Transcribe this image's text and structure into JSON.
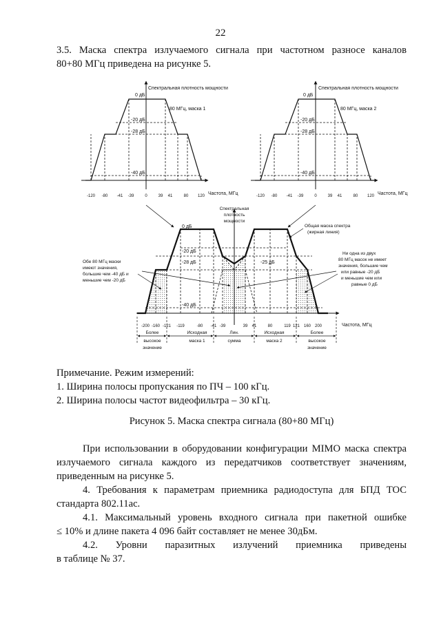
{
  "page_number": "22",
  "intro": {
    "line1": "3.5.    Маска спектра излучаемого сигнала при частотном разносе каналов",
    "line2": "80+80 МГц приведена на рисунке 5."
  },
  "figure": {
    "psd_label": "Спектральная плотность мощности",
    "freq_label": "Частота, МГц",
    "db_labels": [
      "0 дБ",
      "-20 дБ",
      "-28 дБ",
      "-40 дБ"
    ],
    "db_25": "-25 дБ",
    "mask1_label": "80 МГц, маска 1",
    "mask2_label": "80 МГц, маска 2",
    "top_ticks": [
      "-120",
      "-80",
      "-41",
      "-39",
      "0",
      "39",
      "41",
      "80",
      "120"
    ],
    "bottom_ticks": [
      "-200",
      "-160",
      "-121",
      "-119",
      "-80",
      "-41",
      "-39",
      "39",
      "41",
      "80",
      "119",
      "121",
      "160",
      "200"
    ],
    "psd_center": [
      "Спектральная",
      "плотность",
      "мощности"
    ],
    "total_mask": [
      "Общая маска спектра",
      "(жирная линия)"
    ],
    "left_note": [
      "Обе 80 МГц маски",
      "имеют значения,",
      "большие чем -40 дБ и",
      "меньшие чем -20 дБ"
    ],
    "right_note": [
      "Ни одна из двух",
      "80 МГц масок не имеет",
      "значения, большие чем",
      "или равные -20 дБ",
      "и меньшие чем или",
      "равные 0 дБ"
    ],
    "regions": [
      [
        "Более",
        "высокое",
        "значение"
      ],
      [
        "Исходная",
        "маска 1"
      ],
      [
        "Лин.",
        "сумма"
      ],
      [
        "Исходная",
        "маска 2"
      ],
      [
        "Более",
        "высокое",
        "значение"
      ]
    ]
  },
  "notes": {
    "title": "Примечание. Режим измерений:",
    "item1": "1. Ширина полосы пропускания по ПЧ – 100 кГц.",
    "item2": "2. Ширина полосы частот видеофильтра – 30 кГц."
  },
  "caption": "Рисунок 5. Маска спектра сигнала (80+80 МГц)",
  "body": {
    "p1_l1": "При использовании в оборудовании конфигурации MIMO маска спектра",
    "p1_l2": "излучаемого сигнала каждого из передатчиков соответствует значениям,",
    "p1_l3": "приведенным на рисунке 5.",
    "p2_l1": "4.       Требования к параметрам приемника радиодоступа для БПД ТОС",
    "p2_l2": "стандарта 802.11ас.",
    "p3_l1": "4.1.     Максимальный уровень входного сигнала при пакетной ошибке",
    "p3_l2": "≤ 10% и длине пакета 4 096 байт составляет не менее 30дБм.",
    "p4_l1": "4.2.     Уровни          паразитных          излучений          приемника          приведены",
    "p4_l2": "в таблице № 37."
  }
}
